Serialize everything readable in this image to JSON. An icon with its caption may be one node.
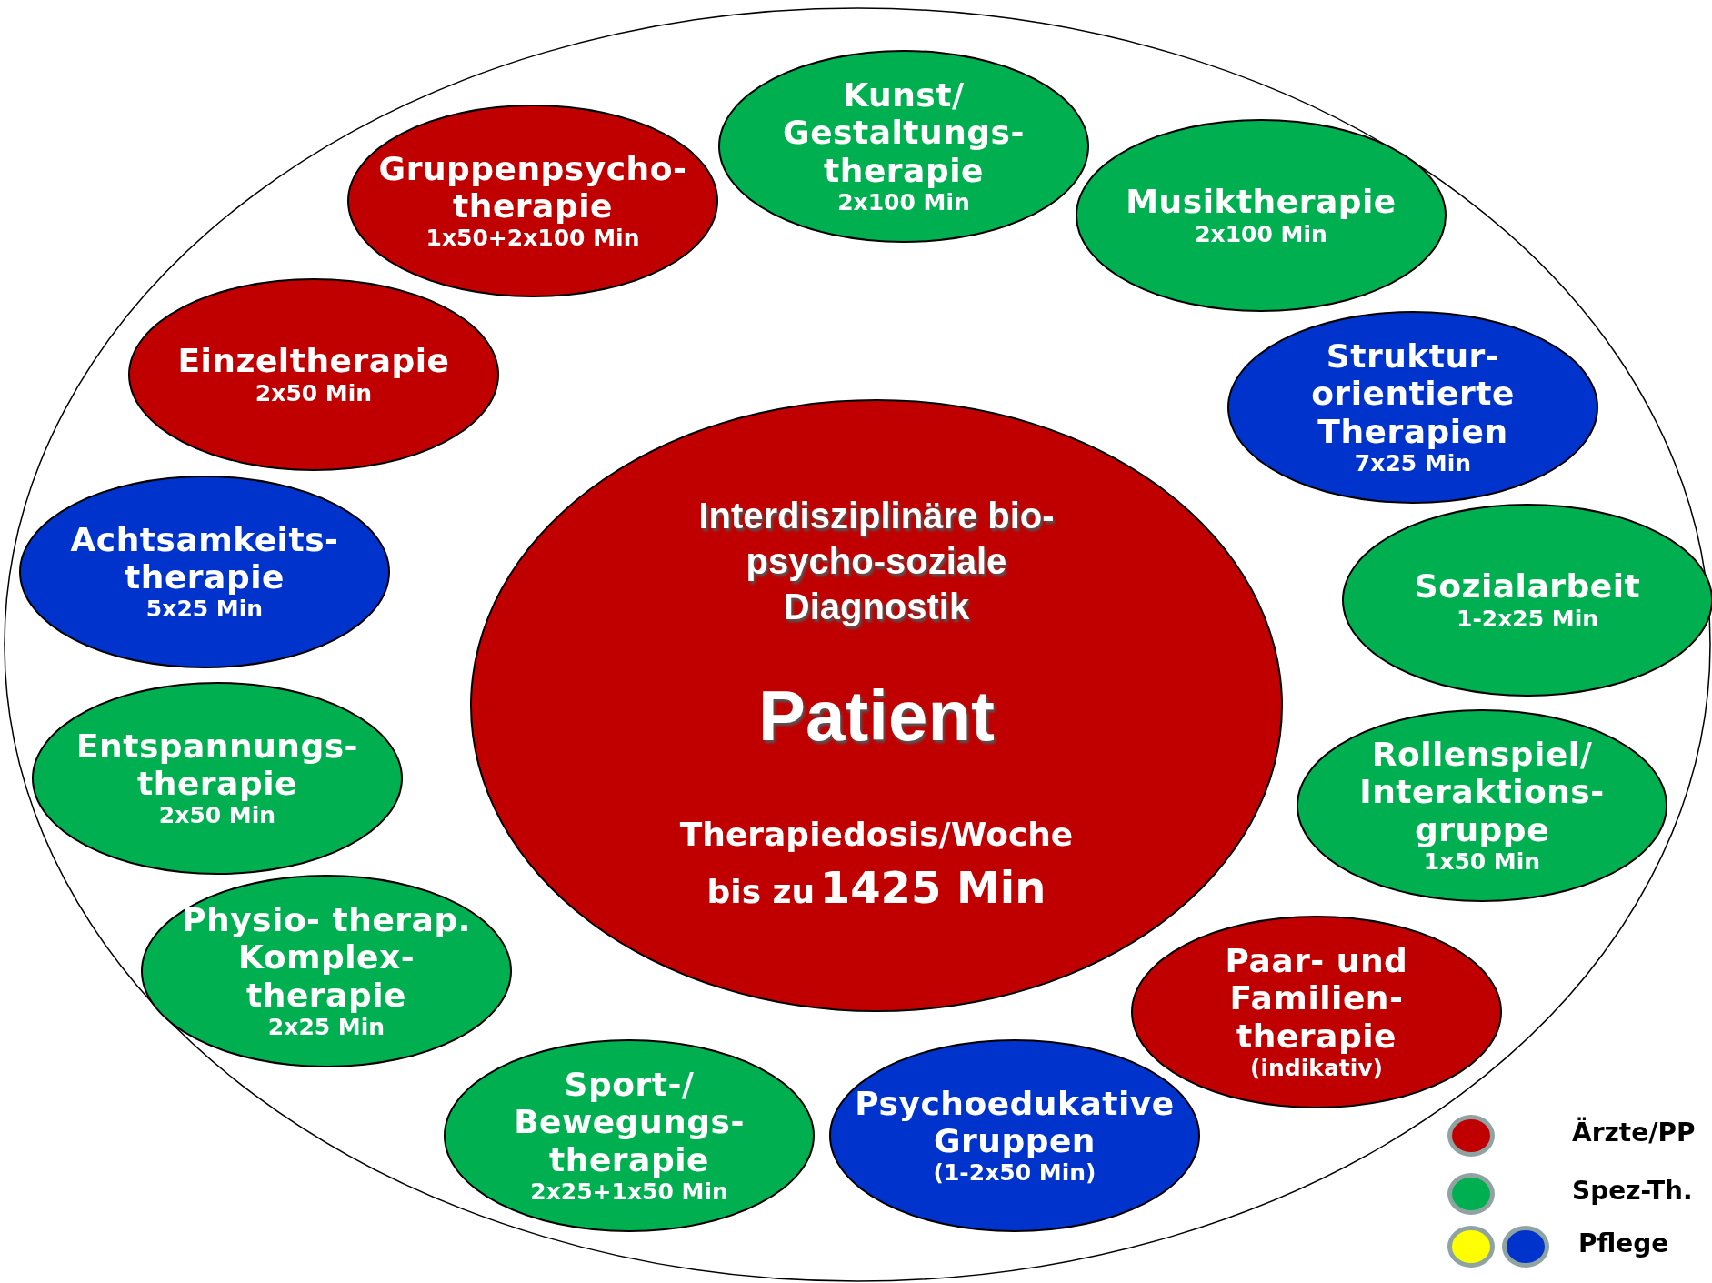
{
  "diagram": {
    "nodes": [
      {
        "text": [
          "Kunst/ Gestaltungs- therapie",
          "2x100 Min"
        ]
      },
      {
        "text": [
          "Gruppenpsycho- therapie",
          "1x50+2x100 Min"
        ]
      },
      {
        "text": [
          "Musiktherapie",
          "2x100 Min"
        ]
      },
      {
        "text": [
          "Einzeltherapie",
          "2x50 Min"
        ]
      },
      {
        "text": [
          "Struktur- orientierte Therapien",
          "7x25 Min"
        ]
      },
      {
        "text": [
          "Achtsamkeits- therapie",
          "5x25 Min"
        ]
      },
      {
        "text": [
          "Sozialarbeit",
          "1-2x25 Min"
        ]
      },
      {
        "text": [
          "Interdisziplinäre bio-psycho-soziale Diagnostik",
          "Patient",
          "Therapiedosis/Woche bis zu",
          "1425 Min"
        ]
      },
      {
        "text": [
          "Entspannungs- therapie",
          "2x50 Min"
        ]
      },
      {
        "text": [
          "Rollenspiel/ Interaktions- gruppe",
          "1x50 Min"
        ]
      },
      {
        "text": [
          "Physio- therap. Komplex- therapie",
          "2x25 Min"
        ]
      },
      {
        "text": [
          "Paar- und Familien- therapie",
          "(indikativ)"
        ]
      },
      {
        "text": [
          "Sport-/ Bewegungs- therapie",
          "2x25+1x50 Min"
        ]
      },
      {
        "text": [
          "Psychoedukative Gruppen",
          "(1-2x50 Min)"
        ]
      }
    ],
    "legend": [
      {
        "text": "Ärzte/PP",
        "color": "#c00000"
      },
      {
        "text": "Spez-Th.",
        "color": "#00b050"
      },
      {
        "text": "Pflege",
        "color": "#0033cc"
      }
    ]
  }
}
